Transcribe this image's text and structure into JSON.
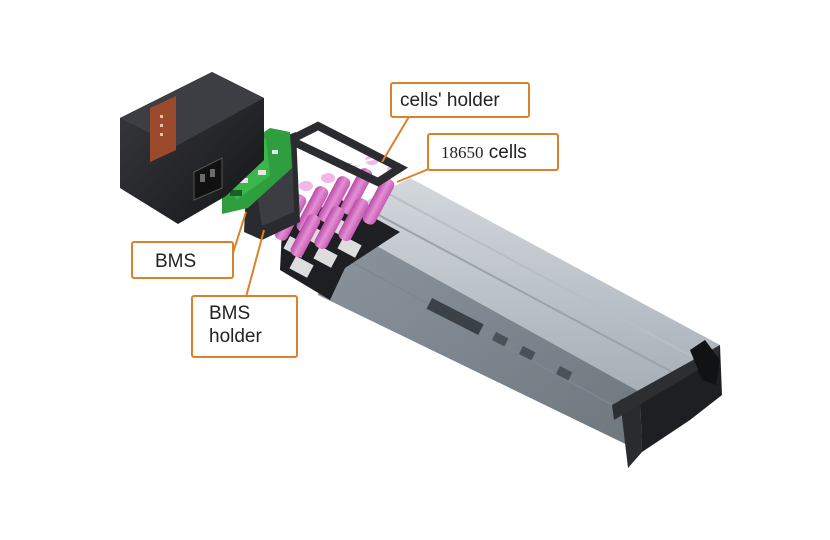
{
  "labels": {
    "cells_holder": "cells' holder",
    "cells_number": "18650",
    "cells_word": "cells",
    "bms": "BMS",
    "bms_holder_line1": "BMS",
    "bms_holder_line2": "holder"
  },
  "colors": {
    "callout_border": "#d9822b",
    "cell_pink": "#d46fc4",
    "pcb_green": "#2f9e3f",
    "casing_gray": "#8a939c",
    "endcap_black": "#1e1f22"
  }
}
